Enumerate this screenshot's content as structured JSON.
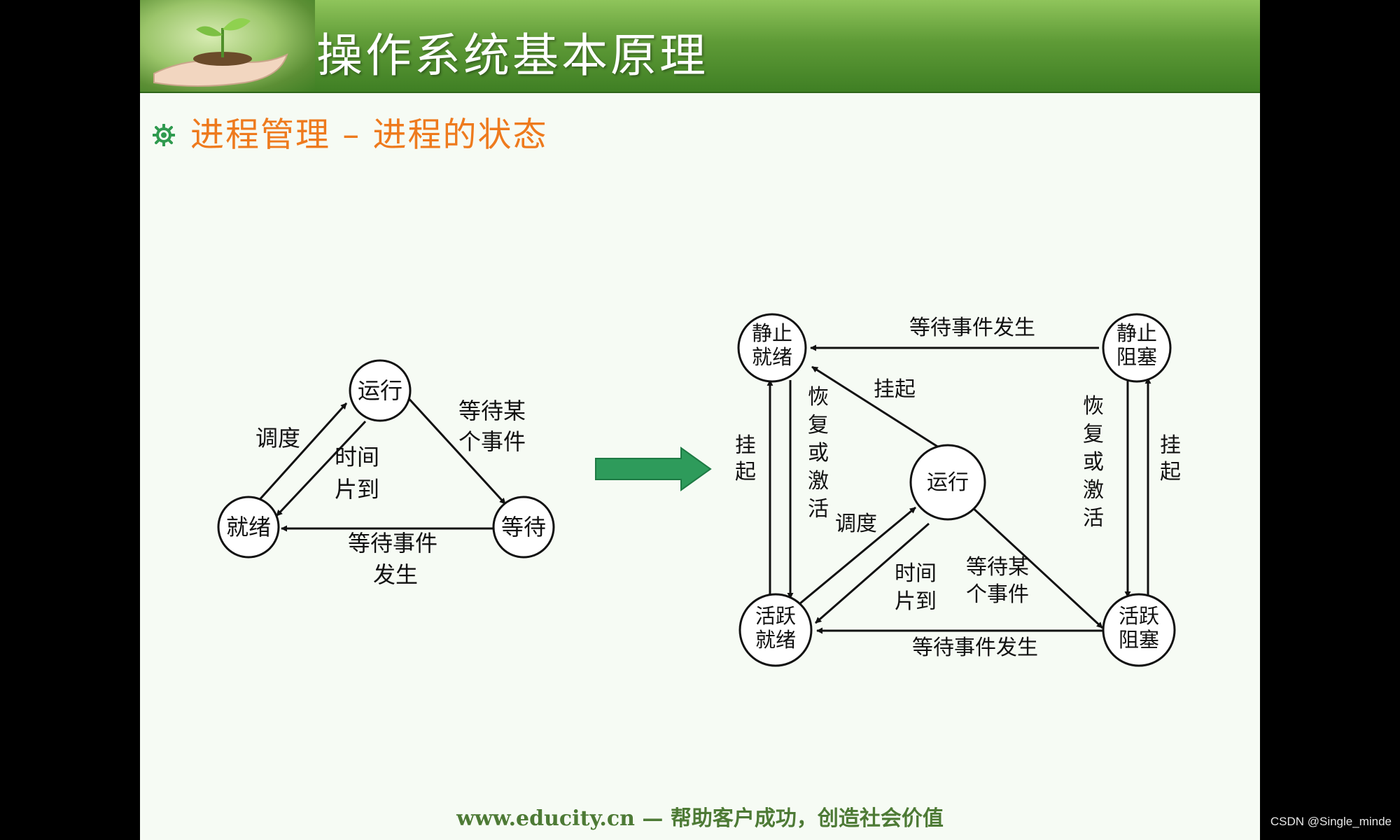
{
  "slide": {
    "title": "操作系统基本原理",
    "section_title": "进程管理 – 进程的状态",
    "footer_site": "www.educity.cn",
    "footer_dash": " — ",
    "footer_slogan": "帮助客户成功，创造社会价值"
  },
  "watermark": "CSDN @Single_minde",
  "colors": {
    "header_green": "#5f9b37",
    "section_orange": "#ee7a1d",
    "arrow_green": "#2e9b5b",
    "footer_green": "#4d7a35"
  },
  "left_diagram": {
    "states": {
      "running": "运行",
      "ready": "就绪",
      "waiting": "等待"
    },
    "transitions": {
      "dispatch": "调度",
      "timeslice": [
        "时间",
        "片到"
      ],
      "wait_event": [
        "等待某",
        "个事件"
      ],
      "event_occurs": [
        "等待事件",
        "发生"
      ]
    }
  },
  "right_diagram": {
    "states": {
      "static_ready": [
        "静止",
        "就绪"
      ],
      "static_blocked": [
        "静止",
        "阻塞"
      ],
      "running": "运行",
      "active_ready": [
        "活跃",
        "就绪"
      ],
      "active_blocked": [
        "活跃",
        "阻塞"
      ]
    },
    "transitions": {
      "top_event": "等待事件发生",
      "bottom_event": "等待事件发生",
      "suspend_from_running": "挂起",
      "left_suspend": [
        "挂",
        "起"
      ],
      "left_resume": [
        "恢",
        "复",
        "或",
        "激",
        "活"
      ],
      "right_resume": [
        "恢",
        "复",
        "或",
        "激",
        "活"
      ],
      "right_suspend": [
        "挂",
        "起"
      ],
      "dispatch": "调度",
      "timeslice": [
        "时间",
        "片到"
      ],
      "wait_event": [
        "等待某",
        "个事件"
      ]
    }
  }
}
